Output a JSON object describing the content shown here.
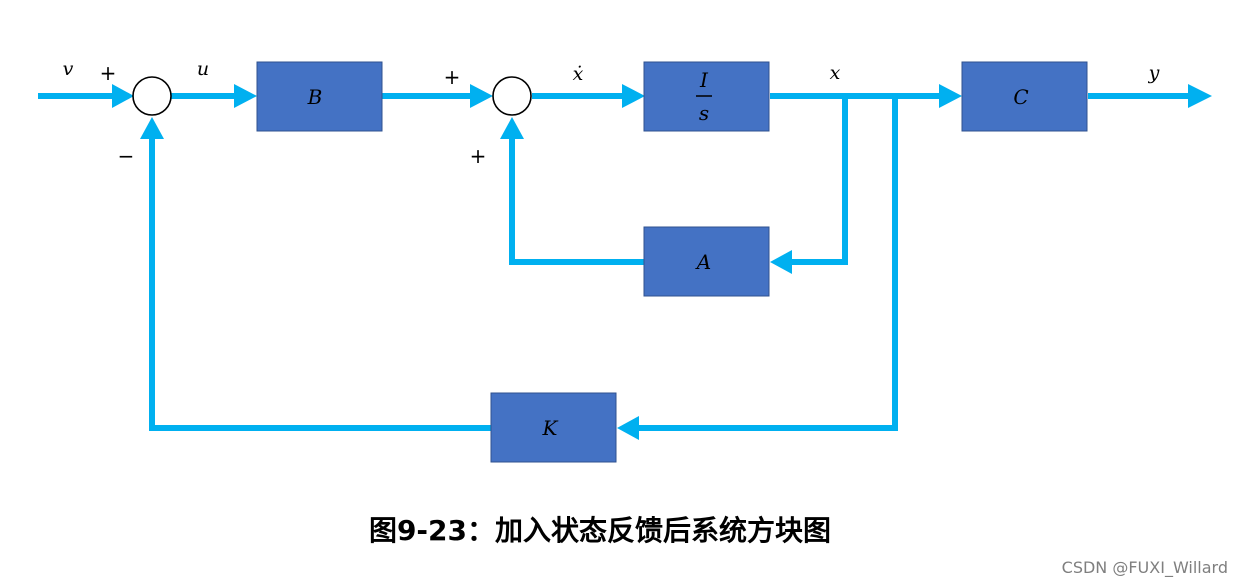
{
  "colors": {
    "block": "#4472c4",
    "wire": "#00b0f0",
    "junction_stroke": "#000000"
  },
  "blocks": {
    "b": "B",
    "integrator_num": "I",
    "integrator_den": "s",
    "c": "C",
    "a": "A",
    "k": "K"
  },
  "signals": {
    "v": "v",
    "u": "u",
    "xdot": "ẋ",
    "x": "x",
    "y": "y"
  },
  "signs": {
    "sum1_in_plus": "+",
    "sum1_fb_minus": "−",
    "sum2_in_plus": "+",
    "sum2_fb_plus": "+"
  },
  "caption": "图9-23：加入状态反馈后系统方块图",
  "watermark": "CSDN @FUXI_Willard"
}
